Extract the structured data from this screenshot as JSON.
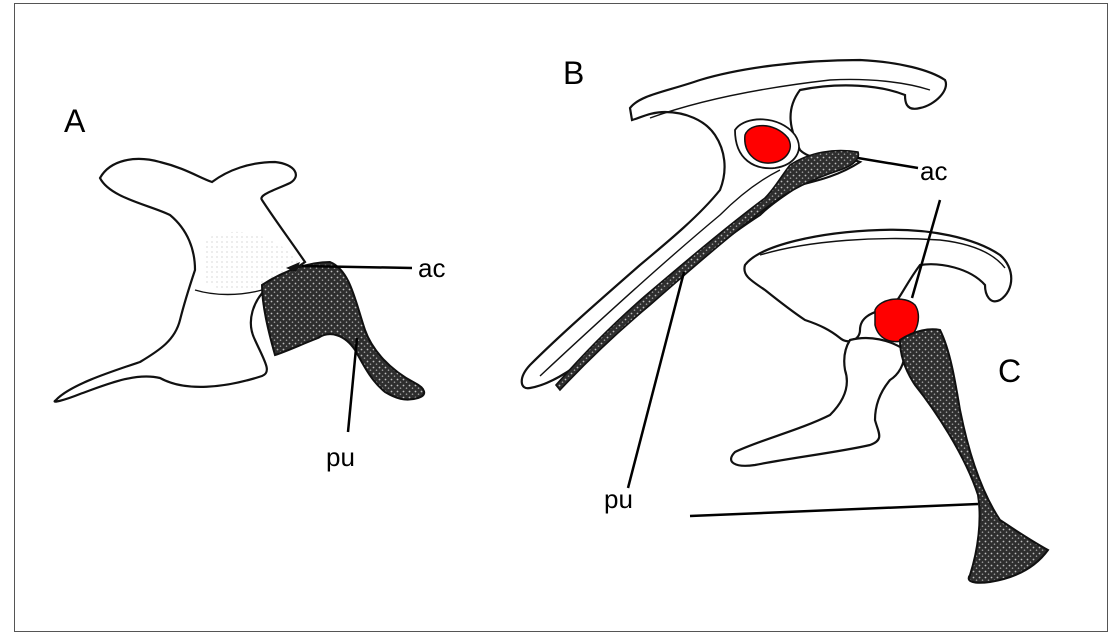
{
  "figure": {
    "panels": [
      {
        "id": "A",
        "label": "A"
      },
      {
        "id": "B",
        "label": "B"
      },
      {
        "id": "C",
        "label": "C"
      }
    ],
    "annotations": {
      "a_ac": "ac",
      "a_pu": "pu",
      "b_ac": "ac",
      "c_ac_shared": "ac",
      "b_pu": "pu"
    },
    "colors": {
      "bone_outline": "#111111",
      "bone_fill": "#ffffff",
      "pubis_shade": "#3a3a3a",
      "acetabulum_highlight": "#ff0000"
    }
  }
}
